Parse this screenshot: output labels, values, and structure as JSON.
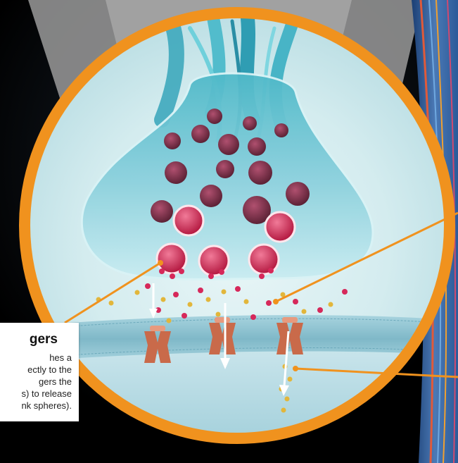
{
  "callout": {
    "title": "gers",
    "lines": [
      "hes a",
      "ectly to the",
      "gers the",
      "s) to release",
      "nk spheres)."
    ]
  },
  "colors": {
    "ring": "#f0921e",
    "fluid": "#8fd2de",
    "vesicle": "#c8334f",
    "membrane": "#8cc3d3",
    "receptor": "#c96a4a",
    "particle_yellow": "#e2b63b",
    "particle_pink": "#d6285a"
  },
  "icons": {
    "neuron_terminal": "synapse-terminal-icon",
    "receptor": "receptor-channel-icon"
  }
}
